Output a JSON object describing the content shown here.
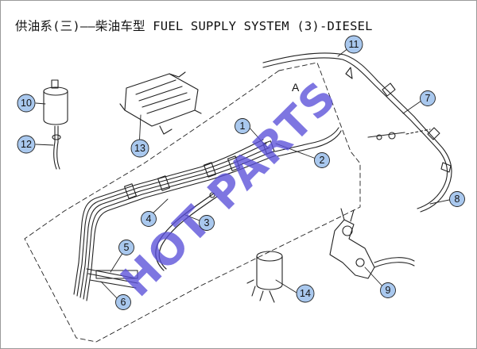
{
  "title": "供油系(三)——柴油车型 FUEL SUPPLY SYSTEM (3)-DIESEL",
  "region_label": "A",
  "watermark": "HOT PARTS",
  "colors": {
    "callout_fill": "#a9c8ee",
    "line": "#222222",
    "watermark": "#5a50d8"
  },
  "callouts": [
    {
      "id": "1",
      "label": "1"
    },
    {
      "id": "2",
      "label": "2"
    },
    {
      "id": "3",
      "label": "3"
    },
    {
      "id": "4",
      "label": "4"
    },
    {
      "id": "5",
      "label": "5"
    },
    {
      "id": "6",
      "label": "6"
    },
    {
      "id": "7",
      "label": "7"
    },
    {
      "id": "8",
      "label": "8"
    },
    {
      "id": "9",
      "label": "9"
    },
    {
      "id": "10",
      "label": "10"
    },
    {
      "id": "11",
      "label": "11"
    },
    {
      "id": "12",
      "label": "12"
    },
    {
      "id": "13",
      "label": "13"
    },
    {
      "id": "14",
      "label": "14"
    }
  ]
}
